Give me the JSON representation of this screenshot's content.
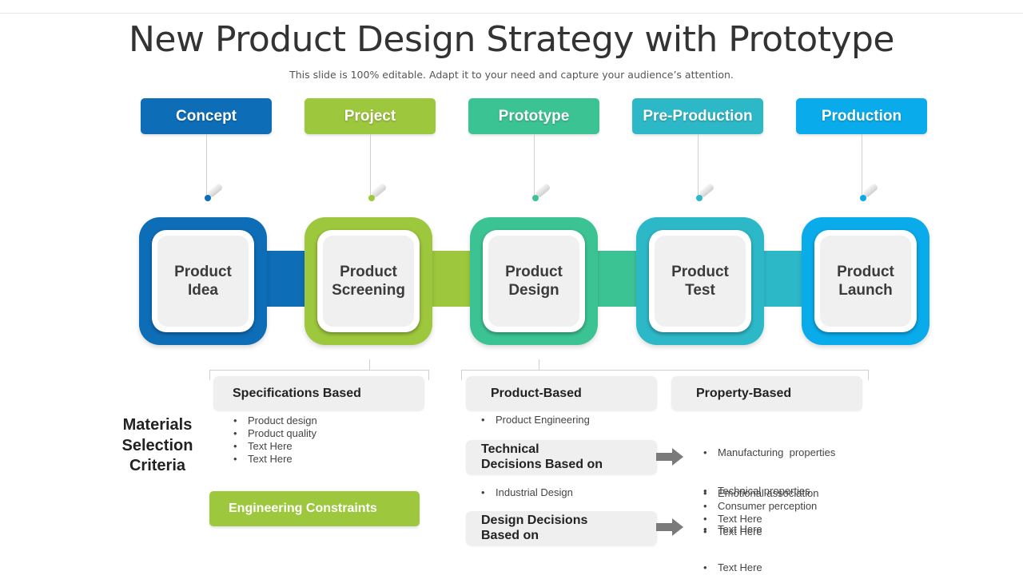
{
  "header": {
    "title": "New Product Design Strategy with Prototype",
    "subtitle": "This slide is 100% editable. Adapt it to your need and capture your audience’s attention."
  },
  "colors": {
    "concept": "#0e6db7",
    "project": "#9dc73c",
    "prototype": "#3cc394",
    "pre_production": "#2db8c8",
    "production": "#0aabeb"
  },
  "stages": [
    {
      "label": "Concept"
    },
    {
      "label": "Project"
    },
    {
      "label": "Prototype"
    },
    {
      "label": "Pre-Production"
    },
    {
      "label": "Production"
    }
  ],
  "steps": [
    {
      "label": "Product\nIdea"
    },
    {
      "label": "Product\nScreening"
    },
    {
      "label": "Product\nDesign"
    },
    {
      "label": "Product\nTest"
    },
    {
      "label": "Product\nLaunch"
    }
  ],
  "criteria": {
    "title": "Materials\nSelection\nCriteria",
    "specifications": {
      "label": "Specifications Based",
      "bullets": [
        "Product design",
        "Product quality",
        "Text Here",
        "Text Here"
      ]
    },
    "engineering": {
      "label": "Engineering Constraints"
    },
    "product_based": {
      "label": "Product-Based",
      "bullet_1": "Product Engineering",
      "technical_label": "Technical\nDecisions Based on",
      "bullet_2": "Industrial Design",
      "design_label": "Design Decisions\nBased on"
    },
    "property_based": {
      "label": "Property-Based",
      "bullets_1": [
        "Manufacturing  properties",
        "Technical properties",
        "Text Here",
        "Text Here"
      ],
      "bullets_2": [
        "Emotional association",
        "Consumer perception",
        "Text Here",
        "Text Here"
      ]
    }
  },
  "icons": {
    "pin": "pin-icon",
    "arrow": "arrow-right-icon"
  }
}
